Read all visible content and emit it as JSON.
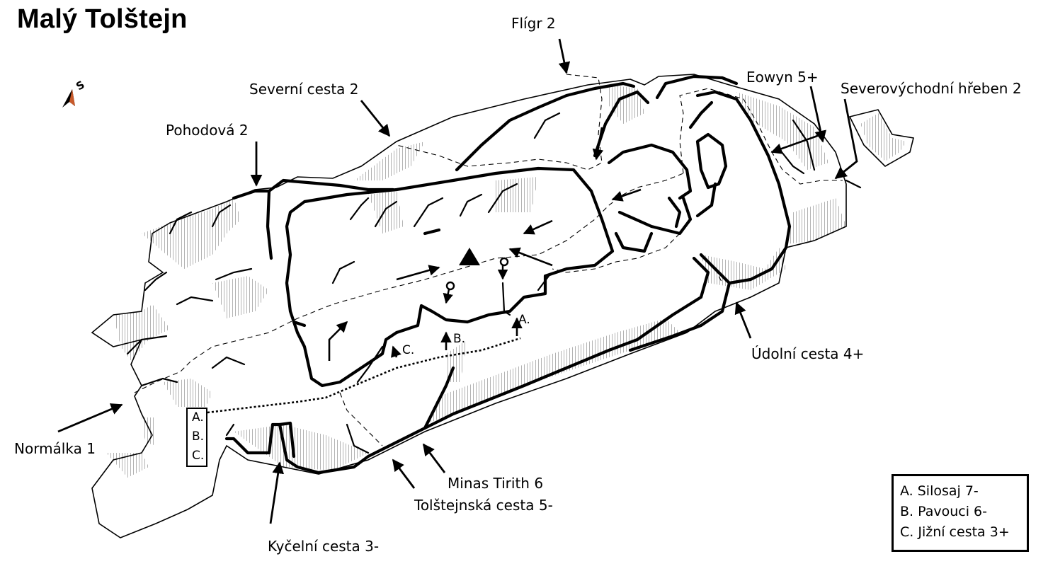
{
  "title": "Malý Tolštejn",
  "compass": {
    "icon": "north-arrow-icon",
    "label": "S"
  },
  "routes": [
    {
      "id": "flig",
      "label": "Flígr  2"
    },
    {
      "id": "severni",
      "label": "Severní cesta  2"
    },
    {
      "id": "pohodova",
      "label": "Pohodová  2"
    },
    {
      "id": "eowyn",
      "label": "Eowyn  5+"
    },
    {
      "id": "severovychodni",
      "label": "Severovýchodní hřeben  2"
    },
    {
      "id": "udolni",
      "label": "Údolní cesta  4+"
    },
    {
      "id": "normalka",
      "label": "Normálka  1"
    },
    {
      "id": "minas",
      "label": "Minas Tirith  6"
    },
    {
      "id": "tolstejnska",
      "label": "Tolštejnská cesta  5-"
    },
    {
      "id": "kycelni",
      "label": "Kyčelní cesta  3-"
    }
  ],
  "markers": {
    "a": "A.",
    "b": "B.",
    "c": "C."
  },
  "mini_legend": [
    "A.",
    "B.",
    "C."
  ],
  "legend": [
    {
      "key": "A.",
      "text": "A. Silosaj 7-"
    },
    {
      "key": "B.",
      "text": "B. Pavouci  6-"
    },
    {
      "key": "C.",
      "text": "C. Jižní cesta  3+"
    }
  ]
}
